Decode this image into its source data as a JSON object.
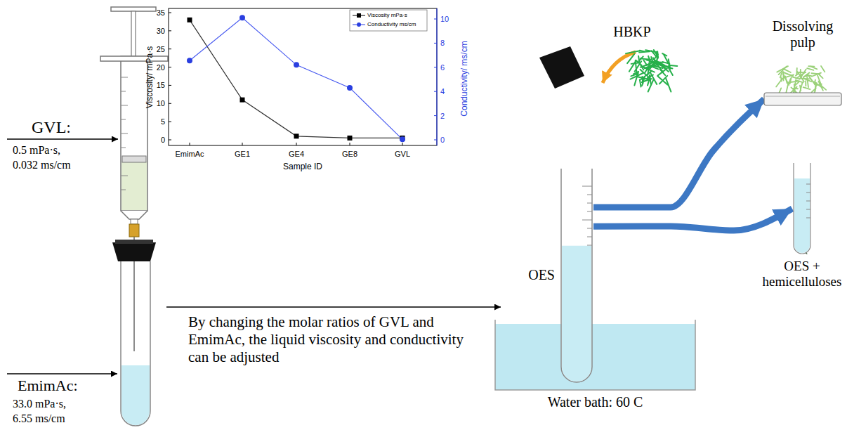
{
  "diagram": {
    "nodes": [
      {
        "text": [
          "Water bath: 60 C"
        ]
      },
      {
        "text": [
          "OES"
        ],
        "in": 0
      },
      {
        "text": [
          "Dissolving pulp"
        ]
      },
      {
        "text": [
          "OES + hemicelluloses"
        ]
      }
    ],
    "edges": [
      {
        "from": 1,
        "to": 2,
        "arrow": "to"
      },
      {
        "from": 1,
        "to": 3,
        "arrow": "to"
      }
    ],
    "labels": [
      "GVL:",
      "0.5 mPa·s,",
      "0.032 ms/cm",
      "EmimAc:",
      "33.0 mPa·s,",
      "6.55 ms/cm",
      "0",
      "5",
      "10",
      "15",
      "20",
      "25",
      "30",
      "35",
      "0",
      "2",
      "4",
      "6",
      "8",
      "10",
      "EmimAc",
      "GE1",
      "GE4",
      "GE8",
      "GVL",
      "Viscosity/ mPa·s",
      "Conductivity/ ms/cm",
      "Sample ID",
      "By changing the molar ratios of GVL and EmimAc, the liquid viscosity and conductivity can be adjusted",
      "HBKP"
    ],
    "legend": [
      {
        "text": "Viscosity mPa·s"
      },
      {
        "text": "Conductivity ms/cm"
      }
    ]
  }
}
